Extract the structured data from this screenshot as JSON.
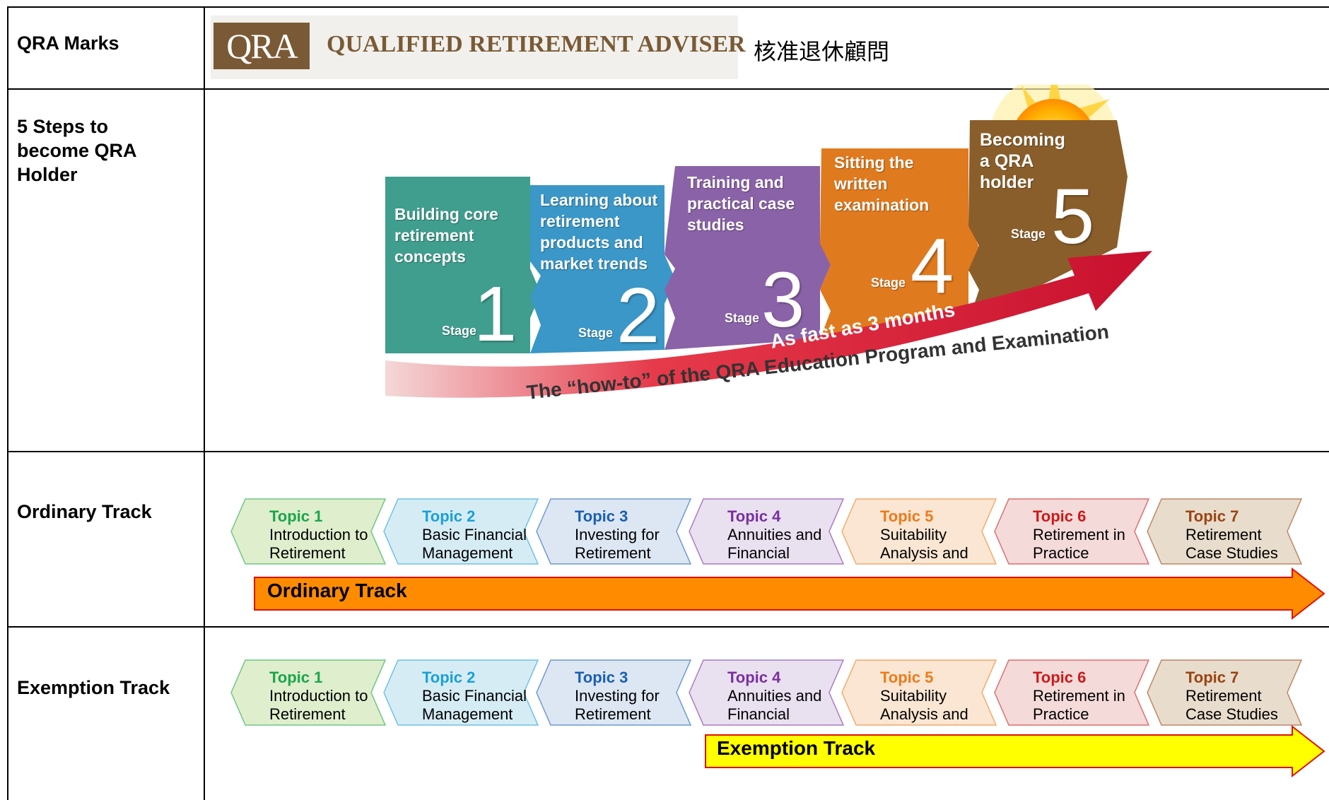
{
  "rows": {
    "marks_label": "QRA Marks",
    "steps_label": "5 Steps to become QRA Holder",
    "ordinary_label": "Ordinary Track",
    "exemption_label": "Exemption Track"
  },
  "logo": {
    "mark": "QRA",
    "text": "QUALIFIED RETIREMENT ADVISER",
    "chinese": "核准退休顧問"
  },
  "stages": [
    {
      "title": "Building core retirement concepts",
      "word": "Stage",
      "number": "1",
      "color": "#3f9e8e"
    },
    {
      "title": "Learning about retirement products and market trends",
      "word": "Stage",
      "number": "2",
      "color": "#3a97c7"
    },
    {
      "title": "Training and practical case studies",
      "word": "Stage",
      "number": "3",
      "color": "#8a62a8"
    },
    {
      "title": "Sitting the written examination",
      "word": "Stage",
      "number": "4",
      "color": "#e07a1e"
    },
    {
      "title": "Becoming a QRA holder",
      "word": "Stage",
      "number": "5",
      "color": "#8a5e2a"
    }
  ],
  "steps_banner": "As fast as 3 months",
  "steps_caption": "The “how-to” of the QRA Education Program and Examination",
  "topics": [
    {
      "num": "Topic 1",
      "line1": "Introduction to",
      "line2": "Retirement",
      "color": "#1aa64a",
      "fill": "#dfeecd"
    },
    {
      "num": "Topic 2",
      "line1": "Basic Financial",
      "line2": "Management",
      "color": "#1aa0d8",
      "fill": "#d6ecf5"
    },
    {
      "num": "Topic 3",
      "line1": "Investing for",
      "line2": "Retirement",
      "color": "#1a5fb4",
      "fill": "#dde7f3"
    },
    {
      "num": "Topic 4",
      "line1": "Annuities and",
      "line2": "Financial",
      "color": "#7a2fa0",
      "fill": "#e9e0f0"
    },
    {
      "num": "Topic 5",
      "line1": "Suitability",
      "line2": "Analysis and",
      "color": "#ee7a1a",
      "fill": "#fbe6d3"
    },
    {
      "num": "Topic 6",
      "line1": "Retirement in",
      "line2": "Practice",
      "color": "#cc1a1a",
      "fill": "#f5dada"
    },
    {
      "num": "Topic 7",
      "line1": "Retirement",
      "line2": "Case Studies",
      "color": "#9a4412",
      "fill": "#e8dccc"
    }
  ],
  "ordinary_track": {
    "label": "Ordinary Track",
    "color": "#ff8c00"
  },
  "exemption_track": {
    "label": "Exemption Track",
    "color": "#ffff00"
  }
}
